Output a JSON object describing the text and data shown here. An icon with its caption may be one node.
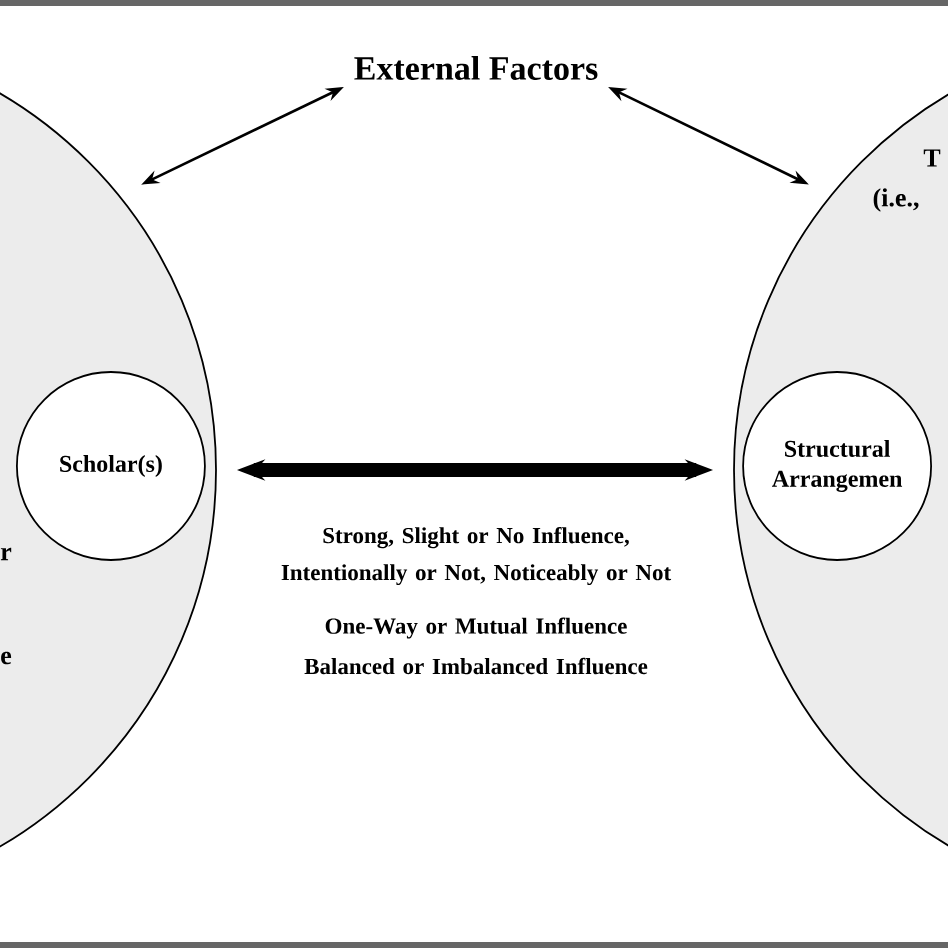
{
  "diagram": {
    "nodes": [
      {
        "text": [
          "External Factors"
        ]
      },
      {
        "text": [
          "r",
          "e"
        ]
      },
      {
        "text": [
          "Scholar(s)"
        ],
        "in": 1
      },
      {
        "text": [
          "T",
          "(i.e.,"
        ]
      },
      {
        "text": [
          "Structural Arrangemen"
        ],
        "in": 3
      }
    ],
    "edges": [
      {
        "from": 1,
        "to": 0,
        "arrow": "both"
      },
      {
        "from": 0,
        "to": 3,
        "arrow": "both"
      },
      {
        "from": 1,
        "to": 3,
        "arrow": "both",
        "style": "thick"
      }
    ],
    "labels": [
      "Strong, Slight or No Influence, Intentionally or Not, Noticeably or Not",
      "One-Way or Mutual Influence",
      "Balanced or Imbalanced Influence"
    ]
  }
}
